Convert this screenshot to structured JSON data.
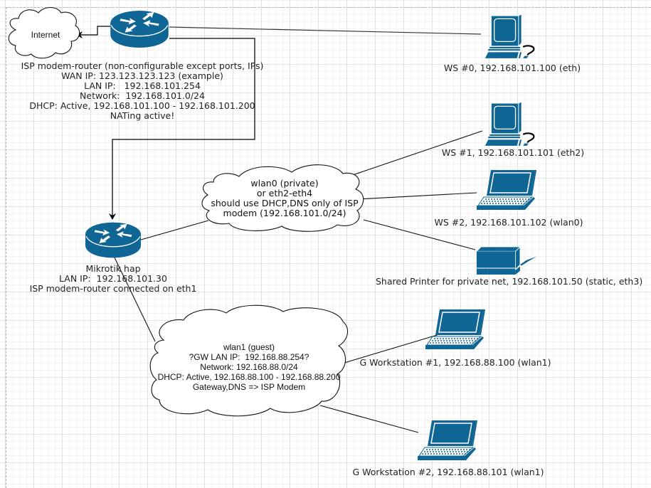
{
  "colors": {
    "device": "#0f6593",
    "line": "#1a1a1a"
  },
  "internet_cloud": {
    "label": "Internet",
    "icon": "cloud-icon"
  },
  "isp_router": {
    "icon": "router-icon",
    "lines": [
      "ISP modem-router (non-configurable except ports, IPs)",
      "WAN IP: 123.123.123.123 (example)",
      "LAN IP:   192.168.101.254",
      "Network:  192.168.101.0/24",
      "DHCP: Active, 192.168.101.100 - 192.168.101.200",
      "NATing active!"
    ]
  },
  "mikrotik_router": {
    "icon": "router-icon",
    "lines": [
      "Mikrotik hap",
      "LAN IP:  192.168.101.30",
      "ISP modem-router connected on eth1"
    ]
  },
  "wlan0_cloud": {
    "icon": "cloud-icon",
    "lines": [
      "wlan0 (private)",
      "or eth2-eth4",
      "should use DHCP,DNS only of ISP",
      "modem (192.168.101.0/24)"
    ]
  },
  "wlan1_cloud": {
    "icon": "cloud-icon",
    "lines": [
      "wlan1 (guest)",
      "?GW LAN IP:  192.168.88.254?",
      "Network: 192.168.88.0/24",
      "DHCP: Active, 192.168.88.100 - 192.168.88.200",
      "Gateway,DNS => ISP Modem"
    ]
  },
  "devices": [
    {
      "id": "ws0",
      "icon": "workstation-icon",
      "label": "WS #0, 192.168.101.100 (eth)"
    },
    {
      "id": "ws1",
      "icon": "workstation-icon",
      "label": "WS #1, 192.168.101.101 (eth2)"
    },
    {
      "id": "ws2",
      "icon": "laptop-icon",
      "label": "WS #2, 192.168.101.102 (wlan0)"
    },
    {
      "id": "printer",
      "icon": "printer-icon",
      "label": "Shared Printer for private net, 192.168.101.50 (static, eth3)"
    },
    {
      "id": "gws1",
      "icon": "laptop-icon",
      "label": "G Workstation #1, 192.168.88.100 (wlan1)"
    },
    {
      "id": "gws2",
      "icon": "laptop-icon",
      "label": "G Workstation #2, 192.168.88.101 (wlan1)"
    }
  ]
}
